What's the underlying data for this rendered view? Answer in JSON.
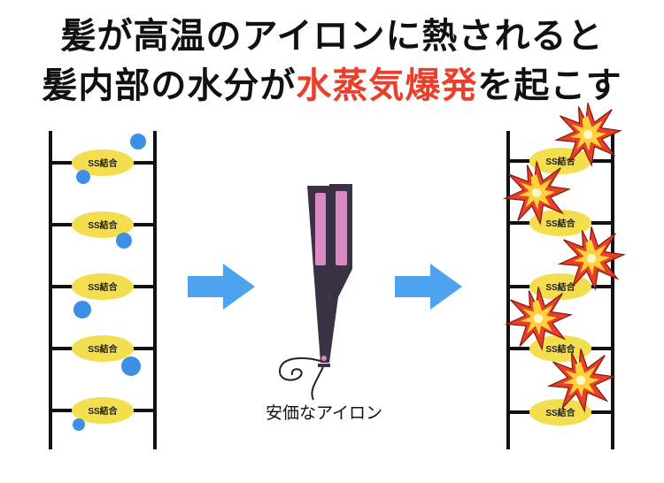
{
  "title": {
    "line1": "髪が高温のアイロンに熱されると",
    "line2_prefix": "髪内部の水分が",
    "line2_highlight": "水蒸気爆発",
    "line2_suffix": "を起こす"
  },
  "bond_label": "SS結合",
  "iron_caption": "安価なアイロン",
  "colors": {
    "highlight": "#e8402a",
    "arrow": "#4ea3ee",
    "bond_fill": "#f3de4f",
    "water_droplet": "#3c8fe6",
    "iron_body": "#3a3145",
    "iron_plate": "#d98ac2"
  },
  "icons": [
    "arrow-right-icon",
    "hair-iron-icon",
    "explosion-icon",
    "water-droplet-icon"
  ]
}
